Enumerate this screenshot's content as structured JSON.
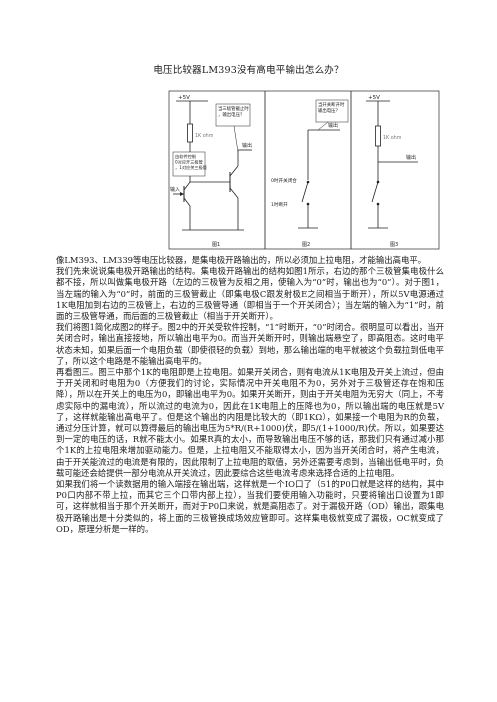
{
  "document": {
    "title": "电压比较器LM393没有高电平输出怎么办？",
    "paragraphs": [
      "像LM393、LM339等电压比较器，是集电极开路输出的，所以必须加上拉电阻，才能输出高电平。",
      "我们先来说说集电极开路输出的结构。集电极开路输出的结构如图1所示，右边的那个三极管集电极什么都不接，所以叫做集电极开路（左边的三极管为反相之用，使输入为“0”时，输出也为“0”）。对于图1，当左端的输入为“0”时，前面的三极管截止（即集电极C跟发射极E之间相当于断开），所以5V电源通过1K电阻加到右边的三极管上，右边的三极管导通（即相当于一个开关闭合）；当左端的输入为“1”时，前面的三极管导通，而后面的三极管截止（相当于开关断开）。",
      "我们将图1简化成图2的样子。图2中的开关受软件控制，“1”时断开，“0”时闭合。很明显可以看出，当开关闭合时，输出直接接地，所以输出电平为0。而当开关断开时，则输出端悬空了，即高阻态。这时电平状态未知，如果后面一个电阻负载（即使很轻的负载）到地，那么输出端的电平就被这个负载拉到低电平了，所以这个电路是不能输出高电平的。",
      "再看图三。图三中那个1K的电阻即是上拉电阻。如果开关闭合，则有电流从1K电阻及开关上流过，但由于开关闭和时电阻为0（方便我们的讨论，实际情况中开关电阻不为0，另外对于三极管还存在饱和压降），所以在开关上的电压为0，即输出电平为0。如果开关断开，则由于开关电阻为无穷大（同上，不考虑实际中的漏电流），所以流过的电流为0，因此在1K电阻上的压降也为0，所以输出端的电压就是5V了，这样就能输出高电平了。但是这个输出的内阻是比较大的（即1KΩ），如果接一个电阻为R的负载，通过分压计算，就可以算得最后的输出电压为5*R/(R+1000)伏，即5/(1+1000/R)伏。所以，如果要达到一定的电压的话，R就不能太小。如果R真的太小，而导致输出电压不够的话，那我们只有通过减小那个1K的上拉电阻来增加驱动能力。但是，上拉电阻又不能取得太小，因为当开关闭合时，将产生电流，由于开关能流过的电流是有限的，因此限制了上拉电阻的取值，另外还需要考虑到，当输出低电平时，负载可能还会给提供一部分电流从开关流过，因此要综合这些电流考虑来选择合适的上拉电阻。",
      "如果我们将一个读数据用的输入端接在输出端，这样就是一个IO口了（51的P0口就是这样的结构，其中P0口内部不带上拉，而其它三个口带内部上拉），当我们要使用输入功能时，只要将输出口设置为1即可，这样就相当于那个开关断开，而对于P0口来说，就是高阻态了。对于漏极开路（OD）输出，跟集电极开路输出是十分类似的，将上面的三极管换成场效应管即可。这样集电极就变成了漏极，OC就变成了OD，原理分析是一样的。"
    ]
  },
  "figure": {
    "fig1": {
      "vcc": "+5V",
      "resistor": "1K ohm",
      "annotation_top": "当三极管截止时，输出电压？",
      "annotation_left": "由软件控制0对应开三极管，1对应关三极管",
      "input_label": "输入",
      "output_label": "输出",
      "caption": "图1"
    },
    "fig2": {
      "annotation_top": "当开关断开时输出电压？",
      "switch_label_0": "0时开关闭合",
      "switch_label_1": "1时断开",
      "output_label": "输出",
      "caption": "图2"
    },
    "fig3": {
      "vcc": "+5V",
      "resistor": "1K ohm",
      "output_label": "输出",
      "caption": "图3"
    }
  },
  "colors": {
    "text": "#1a1a1a",
    "wire": "#222222",
    "figure_border": "#444444",
    "resistor_label": "#777777"
  }
}
